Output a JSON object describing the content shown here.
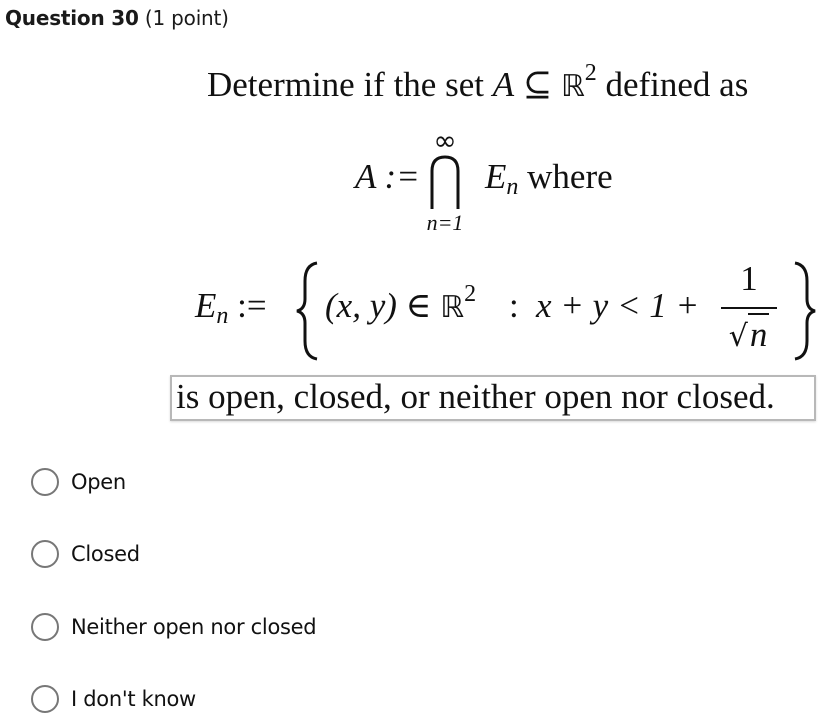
{
  "question": {
    "title": "Question 30",
    "points": "(1 point)"
  },
  "prompt": {
    "line1": {
      "text_before": "Determine if the set ",
      "set_var": "A",
      "subset_symbol": "⊆",
      "reals": "ℝ",
      "exponent": "2",
      "text_after": " defined as"
    },
    "line2": {
      "lhs": "A :=",
      "operator": "⋂",
      "upper_limit": "∞",
      "lower_limit": "n=1",
      "term": "E",
      "term_sub": "n",
      "text_after": " where"
    },
    "line3": {
      "lhs": "E",
      "lhs_sub": "n",
      "assign": ":=",
      "open_brace": "{",
      "element": "(x, y) ∈ ",
      "reals": "ℝ",
      "exponent": "2",
      "colon": ":",
      "condition": "x + y < 1 +",
      "frac_num": "1",
      "frac_sqrt": "√",
      "frac_den": "n",
      "close_brace": "}"
    },
    "line4": "is open, closed, or neither open nor closed."
  },
  "options": [
    {
      "label": "Open",
      "selected": false
    },
    {
      "label": "Closed",
      "selected": false
    },
    {
      "label": "Neither open nor closed",
      "selected": false
    },
    {
      "label": "I don't know",
      "selected": false
    }
  ]
}
